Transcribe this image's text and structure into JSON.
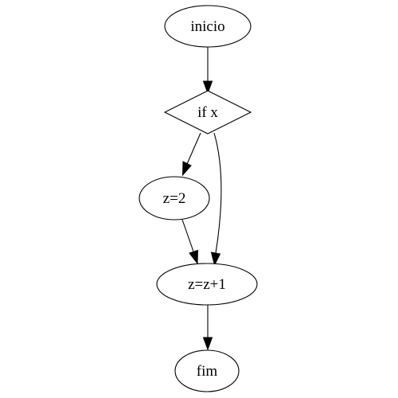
{
  "diagram": {
    "nodes": {
      "inicio": "inicio",
      "if_x": "if x",
      "z2": "z=2",
      "zz1": "z=z+1",
      "fim": "fim"
    },
    "edges": [
      {
        "from": "inicio",
        "to": "if_x"
      },
      {
        "from": "if_x",
        "to": "z2"
      },
      {
        "from": "if_x",
        "to": "zz1"
      },
      {
        "from": "z2",
        "to": "zz1"
      },
      {
        "from": "zz1",
        "to": "fim"
      }
    ],
    "colors": {
      "stroke": "#000000",
      "fill": "#ffffff",
      "background": "#ffffff"
    }
  }
}
